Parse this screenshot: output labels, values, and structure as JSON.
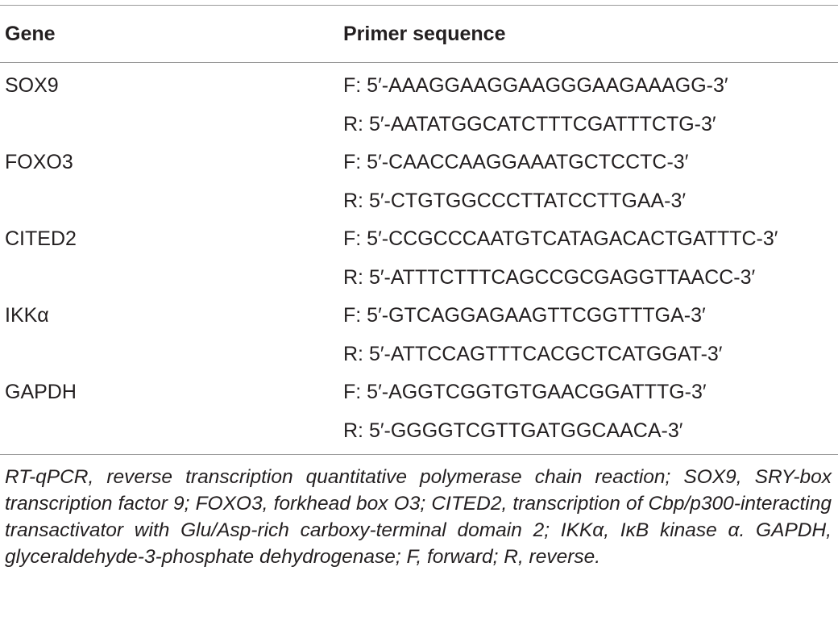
{
  "table": {
    "headers": {
      "gene": "Gene",
      "primer": "Primer sequence"
    },
    "rows": [
      {
        "gene": "SOX9",
        "forward": "F: 5′-AAAGGAAGGAAGGGAAGAAAGG-3′",
        "reverse": "R: 5′-AATATGGCATCTTTCGATTTCTG-3′"
      },
      {
        "gene": "FOXO3",
        "forward": "F: 5′-CAACCAAGGAAATGCTCCTC-3′",
        "reverse": "R: 5′-CTGTGGCCCTTATCCTTGAA-3′"
      },
      {
        "gene": "CITED2",
        "forward": "F: 5′-CCGCCCAATGTCATAGACACTGATTTC-3′",
        "reverse": "R: 5′-ATTTCTTTCAGCCGCGAGGTTAACC-3′"
      },
      {
        "gene": "IKKα",
        "forward": "F: 5′-GTCAGGAGAAGTTCGGTTTGA-3′",
        "reverse": "R: 5′-ATTCCAGTTTCACGCTCATGGAT-3′"
      },
      {
        "gene": "GAPDH",
        "forward": "F: 5′-AGGTCGGTGTGAACGGATTTG-3′",
        "reverse": "R: 5′-GGGGTCGTTGATGGCAACA-3′"
      }
    ]
  },
  "footnote": "RT-qPCR, reverse transcription quantitative polymerase chain reaction; SOX9, SRY-box transcription factor 9; FOXO3, forkhead box O3; CITED2, transcription of Cbp/p300-interacting transactivator with Glu/Asp-rich carboxy-terminal domain 2; IKKα, IκB kinase α. GAPDH, glyceraldehyde-3-phosphate dehydrogenase; F, forward; R, reverse."
}
